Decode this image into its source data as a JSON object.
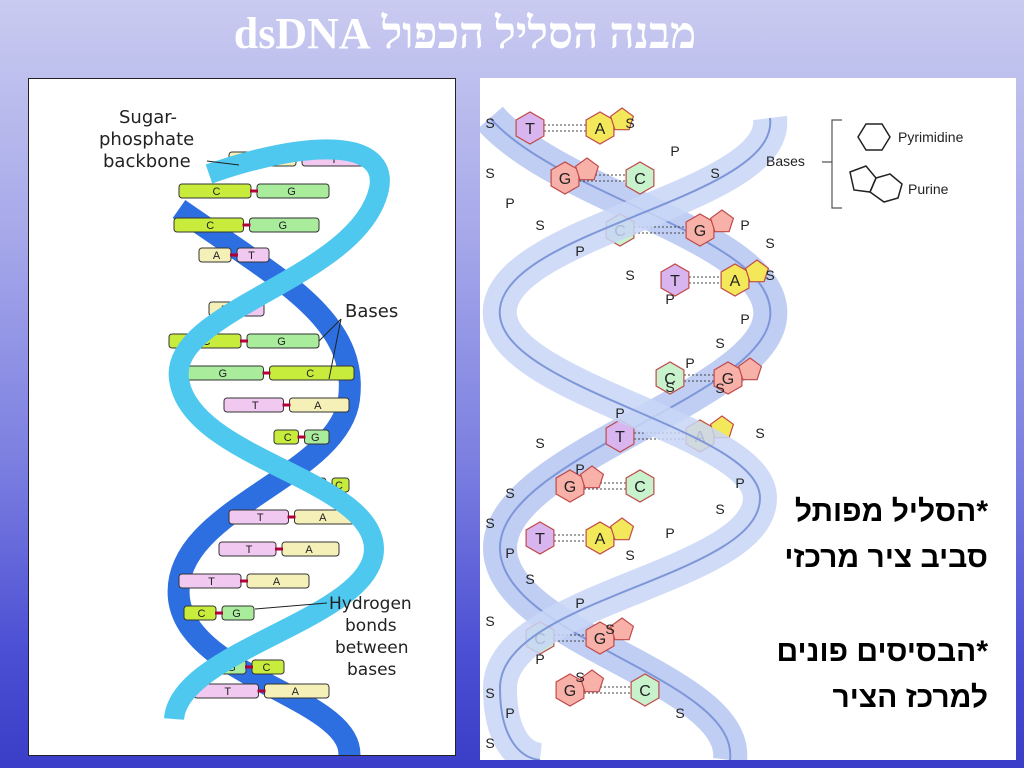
{
  "slide": {
    "title": "מבנה הסליל הכפול dsDNA"
  },
  "left_figure": {
    "labels": {
      "backbone_1": "Sugar-",
      "backbone_2": "phosphate",
      "backbone_3": "backbone",
      "bases": "Bases",
      "hbonds_1": "Hydrogen",
      "hbonds_2": "bonds",
      "hbonds_3": "between",
      "hbonds_4": "bases"
    },
    "pairs": [
      {
        "left": "A",
        "right": "T"
      },
      {
        "left": "C",
        "right": "G"
      },
      {
        "left": "C",
        "right": "G"
      },
      {
        "left": "A",
        "right": "T"
      },
      {
        "left": "A",
        "right": "T"
      },
      {
        "left": "C",
        "right": "G"
      },
      {
        "left": "G",
        "right": "C"
      },
      {
        "left": "T",
        "right": "A"
      },
      {
        "left": "C",
        "right": "G"
      },
      {
        "left": "G",
        "right": "C"
      },
      {
        "left": "T",
        "right": "A"
      },
      {
        "left": "T",
        "right": "A"
      },
      {
        "left": "T",
        "right": "A"
      },
      {
        "left": "C",
        "right": "G"
      },
      {
        "left": "G",
        "right": "C"
      },
      {
        "left": "T",
        "right": "A"
      }
    ],
    "colors": {
      "A": "#f5f0b8",
      "T": "#f0c8f0",
      "C": "#c8ec3c",
      "G": "#a8ec9c",
      "strand_front": "#4ec8ee",
      "strand_back": "#2d6fe0"
    }
  },
  "right_figure": {
    "legend": {
      "bases": "Bases",
      "pyrimidine": "Pyrimidine",
      "purine": "Purine"
    },
    "backbone_letters": {
      "s": "S",
      "p": "P"
    },
    "pairs": [
      {
        "left": "T",
        "right": "A"
      },
      {
        "left": "G",
        "right": "C"
      },
      {
        "left": "C",
        "right": "G"
      },
      {
        "left": "T",
        "right": "A"
      },
      {
        "left": "C",
        "right": "G"
      },
      {
        "left": "T",
        "right": "A"
      },
      {
        "left": "G",
        "right": "C"
      },
      {
        "left": "T",
        "right": "A"
      },
      {
        "left": "C",
        "right": "G"
      },
      {
        "left": "G",
        "right": "C"
      }
    ],
    "colors": {
      "T": "#d9b5f0",
      "A": "#f3e85a",
      "G": "#f7b1a8",
      "C": "#c7f2cc",
      "ribbon": "#c8d6f6"
    }
  },
  "notes": {
    "line1": "*הסליל מפותל",
    "line2": "סביב ציר מרכזי",
    "line3": "*הבסיסים פונים",
    "line4": "למרכז הציר"
  }
}
